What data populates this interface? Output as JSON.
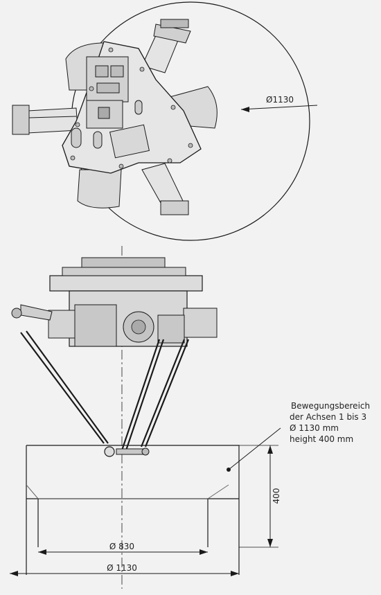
{
  "top_view": {
    "diameter_label": "Ø1130"
  },
  "annotation": {
    "lines": [
      "Bewegungsbereich",
      "der Achsen 1 bis 3",
      "Ø 1130 mm",
      "height 400 mm"
    ]
  },
  "dimensions": {
    "height_label": "400",
    "inner_diameter_label": "Ø 830",
    "outer_diameter_label": "Ø 1130"
  },
  "colors": {
    "background": "#f2f2f2",
    "line": "#1a1a1a",
    "panel_fill": "#e0e0e0",
    "part_fill": "#cfcfcf"
  }
}
